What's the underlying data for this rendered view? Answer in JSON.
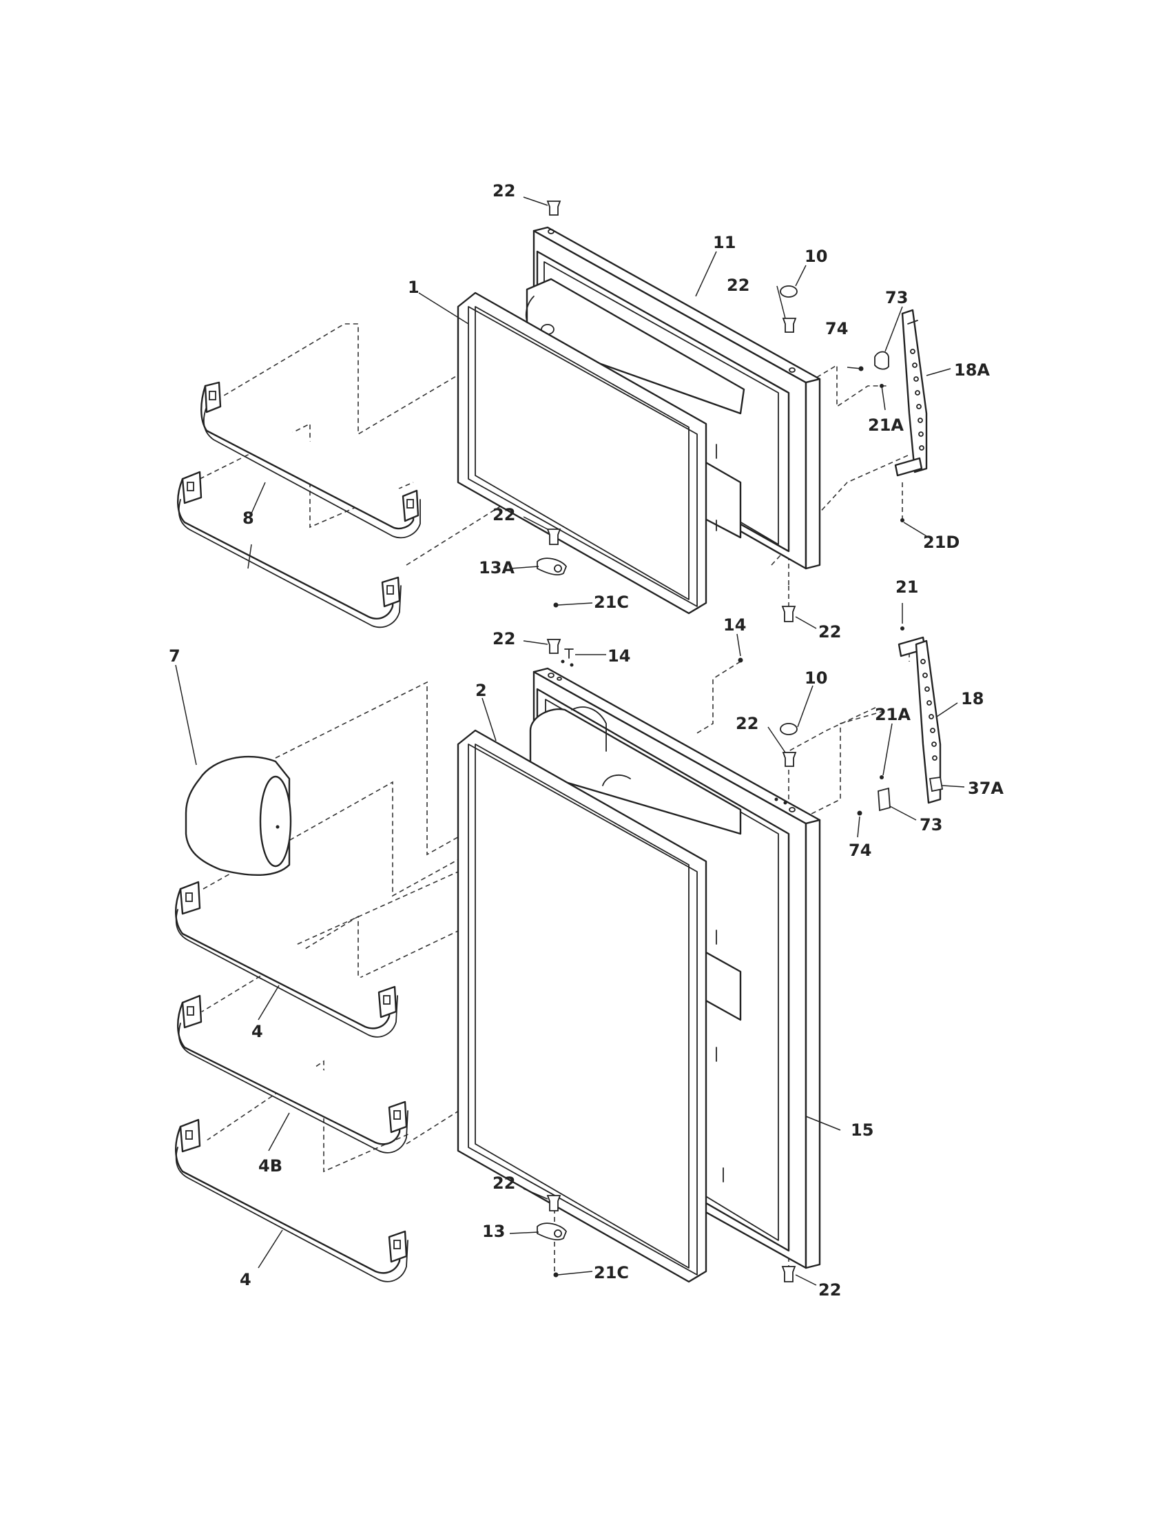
{
  "callouts": {
    "c1": "1",
    "c2": "2",
    "c4a": "4",
    "c4b": "4",
    "c4B": "4B",
    "c7": "7",
    "c8": "8",
    "c10a": "10",
    "c10b": "10",
    "c11": "11",
    "c13": "13",
    "c13A": "13A",
    "c14a": "14",
    "c14b": "14",
    "c15": "15",
    "c18": "18",
    "c18A": "18A",
    "c21": "21",
    "c21Aa": "21A",
    "c21Ab": "21A",
    "c21Ca": "21C",
    "c21Cb": "21C",
    "c21D": "21D",
    "c22a": "22",
    "c22b": "22",
    "c22c": "22",
    "c22d": "22",
    "c22e": "22",
    "c22f": "22",
    "c22g": "22",
    "c22h": "22",
    "c37A": "37A",
    "c73a": "73",
    "c73b": "73",
    "c74a": "74",
    "c74b": "74"
  }
}
